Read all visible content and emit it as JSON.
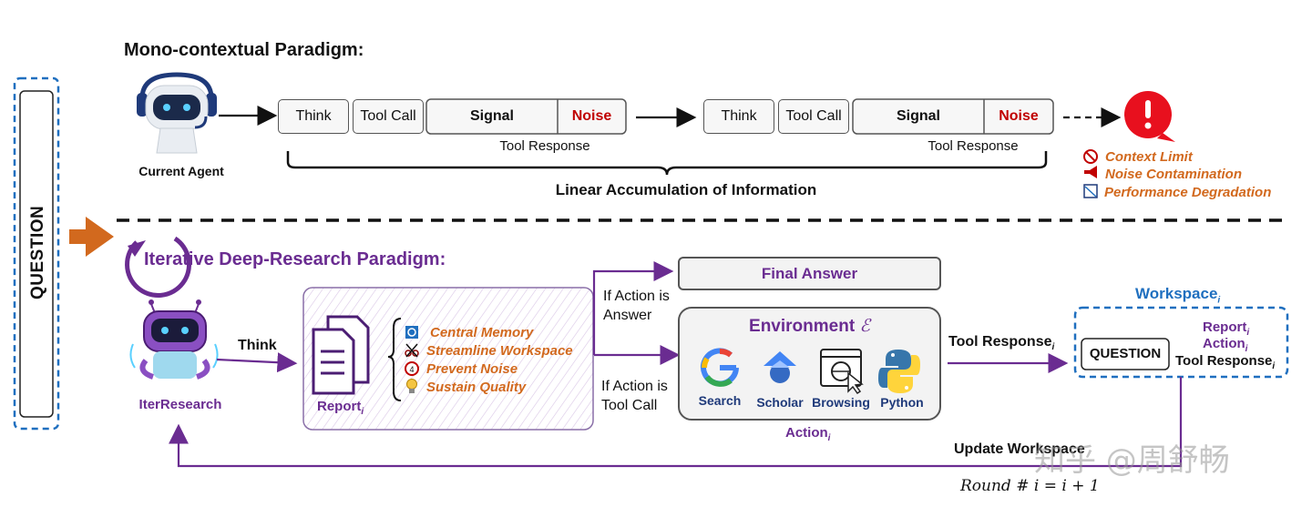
{
  "question_label": "QUESTION",
  "mono": {
    "title": "Mono-contextual Paradigm:",
    "agent_label": "Current Agent",
    "think": "Think",
    "tool_call": "Tool Call",
    "signal": "Signal",
    "noise": "Noise",
    "tool_response": "Tool Response",
    "accumulation": "Linear Accumulation of Information",
    "problems": [
      "Context Limit",
      "Noise Contamination",
      "Performance Degradation"
    ]
  },
  "iter": {
    "title": "Iterative Deep-Research Paradigm:",
    "agent_label": "IterResearch",
    "think": "Think",
    "report": "Report",
    "report_sub": "i",
    "report_items": [
      "Central Memory",
      "Streamline Workspace",
      "Prevent Noise",
      "Sustain Quality"
    ],
    "if_answer_1": "If Action is",
    "if_answer_2": "Answer",
    "if_tool_1": "If Action is",
    "if_tool_2": "Tool Call",
    "final_answer": "Final Answer",
    "environment": "Environment",
    "environment_symbol": "ℰ",
    "tools": [
      "Search",
      "Scholar",
      "Browsing",
      "Python"
    ],
    "action": "Action",
    "action_sub": "i",
    "tool_response": "Tool Response",
    "tool_response_sub": "i",
    "workspace": "Workspace",
    "workspace_sub": "i",
    "ws_question": "QUESTION",
    "ws_report": "Report",
    "ws_action": "Action",
    "ws_tool_response": "Tool Response",
    "update": "Update Workspace",
    "round": "Round # 𝑖 = 𝑖 + 1"
  },
  "watermark": "知乎 @周舒畅",
  "colors": {
    "purple": "#6a2c91",
    "orange": "#d2691e",
    "red": "#c00000",
    "blue": "#1f6fbf",
    "arrow_orange": "#d2691e"
  }
}
